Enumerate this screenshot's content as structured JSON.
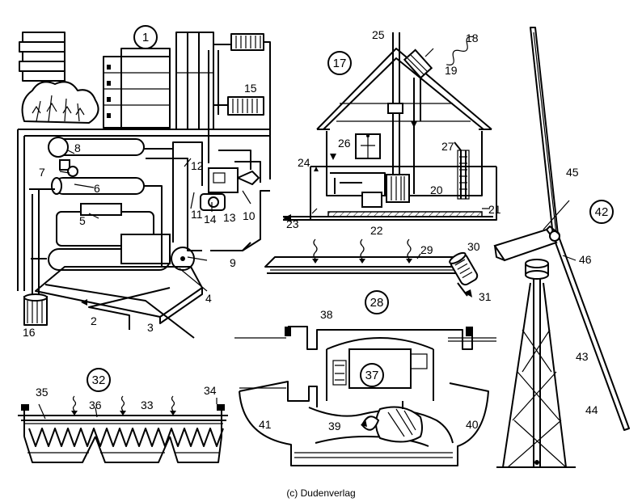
{
  "copyright": "(c) Dudenverlag",
  "sections": [
    {
      "id": "1",
      "label": "1"
    },
    {
      "id": "17",
      "label": "17"
    },
    {
      "id": "28",
      "label": "28"
    },
    {
      "id": "32",
      "label": "32"
    },
    {
      "id": "37",
      "label": "37"
    },
    {
      "id": "42",
      "label": "42"
    }
  ],
  "labels": [
    "2",
    "3",
    "4",
    "5",
    "6",
    "7",
    "8",
    "9",
    "10",
    "11",
    "12",
    "13",
    "14",
    "15",
    "16",
    "18",
    "19",
    "20",
    "21",
    "22",
    "23",
    "24",
    "25",
    "26",
    "27",
    "29",
    "30",
    "31",
    "33",
    "34",
    "35",
    "36",
    "38",
    "39",
    "40",
    "41",
    "43",
    "44",
    "45",
    "46"
  ]
}
